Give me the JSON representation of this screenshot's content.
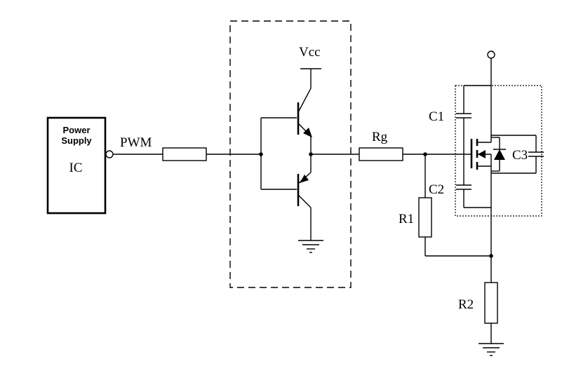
{
  "ic": {
    "title_line1": "Power",
    "title_line2": "Supply",
    "subtitle": "IC"
  },
  "labels": {
    "pwm": "PWM",
    "vcc": "Vcc",
    "rg": "Rg",
    "c1": "C1",
    "c2": "C2",
    "c3": "C3",
    "r1": "R1",
    "r2": "R2"
  }
}
